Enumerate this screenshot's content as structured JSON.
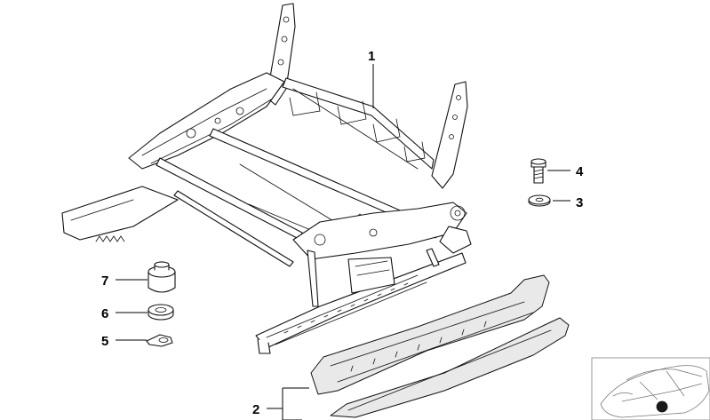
{
  "diagram": {
    "callouts": [
      {
        "id": "p1",
        "label": "1"
      },
      {
        "id": "p2",
        "label": "2"
      },
      {
        "id": "p3",
        "label": "3"
      },
      {
        "id": "p4",
        "label": "4"
      },
      {
        "id": "p5",
        "label": "5"
      },
      {
        "id": "p6",
        "label": "6"
      },
      {
        "id": "p7",
        "label": "7"
      }
    ]
  },
  "colors": {
    "line": "#111111",
    "background": "#ffffff",
    "thumbnail_frame": "#999999"
  }
}
